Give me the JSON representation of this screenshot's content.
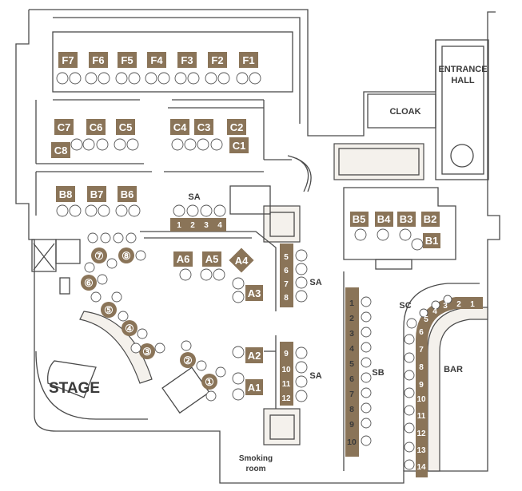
{
  "tables": {
    "f": [
      "F7",
      "F6",
      "F5",
      "F4",
      "F3",
      "F2",
      "F1"
    ],
    "c_left": [
      "C7",
      "C6",
      "C5"
    ],
    "c_right": [
      "C4",
      "C3",
      "C2"
    ],
    "c8": "C8",
    "c1": "C1",
    "b_left": [
      "B8",
      "B7",
      "B6"
    ],
    "b_right": [
      "B5",
      "B4",
      "B3",
      "B2"
    ],
    "b1": "B1",
    "a6": "A6",
    "a5": "A5",
    "a4": "A4",
    "a3": "A3",
    "a2": "A2",
    "a1": "A1",
    "stage_circles": [
      "⑧",
      "⑦",
      "⑥",
      "⑤",
      "④",
      "③",
      "②",
      "①"
    ]
  },
  "sa_top": {
    "label": "SA",
    "numbers": [
      "1",
      "2",
      "3",
      "4"
    ]
  },
  "sa_mid": {
    "label": "SA",
    "numbers": [
      "5",
      "6",
      "7",
      "8"
    ]
  },
  "sa_low": {
    "label": "SA",
    "numbers": [
      "9",
      "10",
      "11",
      "12"
    ]
  },
  "sb": {
    "label": "SB",
    "numbers": [
      "1",
      "2",
      "3",
      "4",
      "5",
      "6",
      "7",
      "8",
      "9",
      "10"
    ]
  },
  "sc": {
    "label": "SC",
    "numbers": [
      "1",
      "2",
      "3",
      "4",
      "5",
      "6",
      "7",
      "8",
      "9",
      "10",
      "11",
      "12",
      "13",
      "14"
    ]
  },
  "areas": {
    "entrance_line1": "ENTRANCE",
    "entrance_line2": "HALL",
    "cloak": "CLOAK",
    "stage": "STAGE",
    "bar": "BAR",
    "smoking_line1": "Smoking",
    "smoking_line2": "room"
  },
  "colors": {
    "label_fill": "#8a7458",
    "wall": "#4a4a4a"
  }
}
